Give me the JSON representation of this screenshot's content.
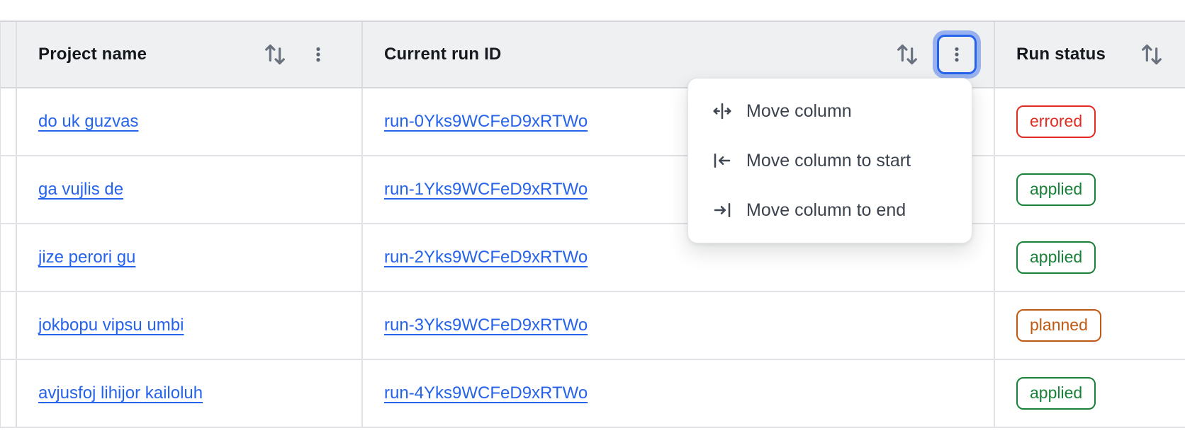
{
  "table": {
    "columns": [
      {
        "id": "project",
        "label": "Project name",
        "sortable": true,
        "has_menu": true
      },
      {
        "id": "run_id",
        "label": "Current run ID",
        "sortable": true,
        "has_menu": true,
        "menu_open": true
      },
      {
        "id": "status",
        "label": "Run status",
        "sortable": true
      }
    ],
    "rows": [
      {
        "project": "do uk guzvas",
        "run_id": "run-0Yks9WCFeD9xRTWo",
        "status": "errored"
      },
      {
        "project": "ga vujlis de",
        "run_id": "run-1Yks9WCFeD9xRTWo",
        "status": "applied"
      },
      {
        "project": "jize perori gu",
        "run_id": "run-2Yks9WCFeD9xRTWo",
        "status": "applied"
      },
      {
        "project": "jokbopu vipsu umbi",
        "run_id": "run-3Yks9WCFeD9xRTWo",
        "status": "planned"
      },
      {
        "project": "avjusfoj lihijor kailoluh",
        "run_id": "run-4Yks9WCFeD9xRTWo",
        "status": "applied"
      }
    ]
  },
  "column_menu": {
    "items": [
      {
        "label": "Move column",
        "icon": "move-column-icon"
      },
      {
        "label": "Move column to start",
        "icon": "move-column-to-start-icon"
      },
      {
        "label": "Move column to end",
        "icon": "move-column-to-end-icon"
      }
    ]
  },
  "colors": {
    "link": "#2563eb",
    "focus_ring": "#527fec",
    "focus_border": "#2563eb",
    "header_bg": "#eef0f2",
    "status": {
      "errored": "#e02d21",
      "applied": "#188038",
      "planned": "#c05a12"
    }
  }
}
